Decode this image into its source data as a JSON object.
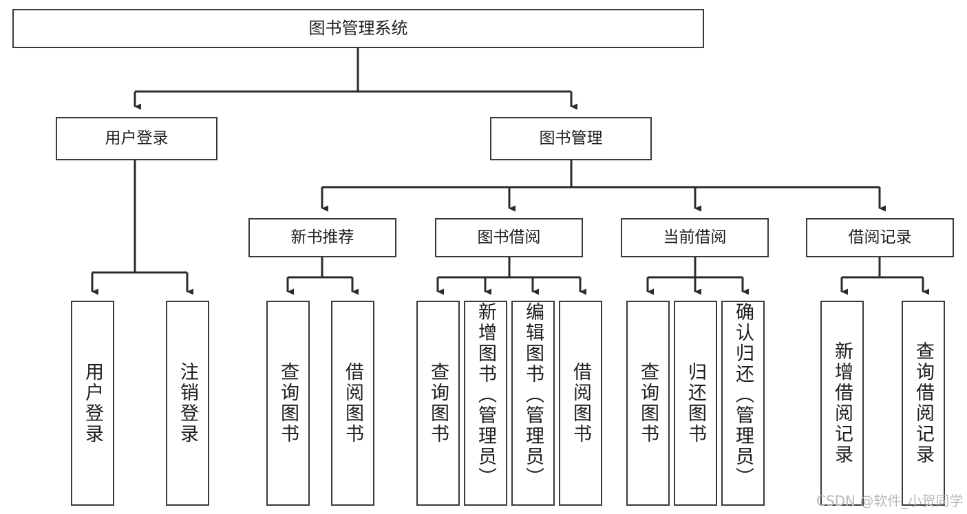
{
  "diagram": {
    "type": "tree",
    "title": "图书管理系统",
    "watermark": "CSDN @软件_小贺同学",
    "colors": {
      "box_border": "#3a3a3a",
      "box_fill": "#ffffff",
      "connector": "#2b2b2b",
      "text": "#1d1d1d",
      "watermark": "#b9b9b9"
    },
    "levels": {
      "root": {
        "label": "图书管理系统"
      },
      "level2": [
        {
          "label": "用户登录"
        },
        {
          "label": "图书管理"
        }
      ],
      "level3": [
        {
          "label": "新书推荐"
        },
        {
          "label": "图书借阅"
        },
        {
          "label": "当前借阅"
        },
        {
          "label": "借阅记录"
        }
      ],
      "leaves": [
        {
          "label": "用户登录",
          "parent": "用户登录"
        },
        {
          "label": "注销登录",
          "parent": "用户登录"
        },
        {
          "label": "查询图书",
          "parent": "新书推荐"
        },
        {
          "label": "借阅图书",
          "parent": "新书推荐"
        },
        {
          "label": "查询图书",
          "parent": "图书借阅"
        },
        {
          "label": "新增图书（管理员）",
          "parent": "图书借阅"
        },
        {
          "label": "编辑图书（管理员）",
          "parent": "图书借阅"
        },
        {
          "label": "借阅图书",
          "parent": "图书借阅"
        },
        {
          "label": "查询图书",
          "parent": "当前借阅"
        },
        {
          "label": "归还图书",
          "parent": "当前借阅"
        },
        {
          "label": "确认归还（管理员）",
          "parent": "当前借阅"
        },
        {
          "label": "新增借阅记录",
          "parent": "借阅记录"
        },
        {
          "label": "查询借阅记录",
          "parent": "借阅记录"
        }
      ]
    }
  }
}
